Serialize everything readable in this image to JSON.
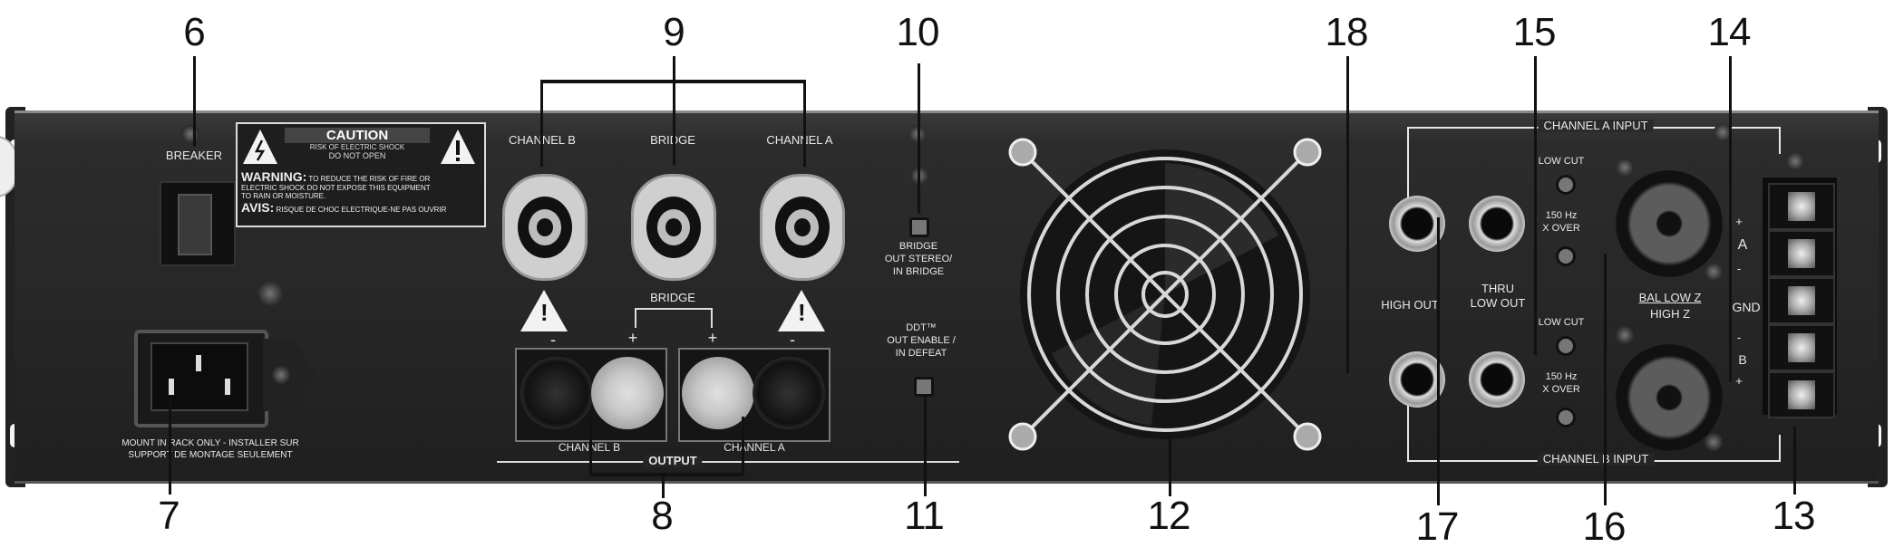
{
  "figure": {
    "type": "rear-panel-diagram",
    "subject": "Power amplifier rear panel"
  },
  "callouts": {
    "top": [
      {
        "num": "6",
        "target": "breaker"
      },
      {
        "num": "9",
        "target": "speakon-outputs"
      },
      {
        "num": "10",
        "target": "bridge-switch"
      },
      {
        "num": "18",
        "target": "high-out-jacks"
      },
      {
        "num": "15",
        "target": "low-cut-switches"
      },
      {
        "num": "14",
        "target": "combo-inputs"
      }
    ],
    "bottom": [
      {
        "num": "7",
        "target": "ac-inlet"
      },
      {
        "num": "8",
        "target": "binding-post-outputs"
      },
      {
        "num": "11",
        "target": "ddt-switch"
      },
      {
        "num": "12",
        "target": "cooling-fan"
      },
      {
        "num": "17",
        "target": "thru-low-out-jacks"
      },
      {
        "num": "16",
        "target": "xover-switches"
      },
      {
        "num": "13",
        "target": "barrier-strip"
      }
    ]
  },
  "panel": {
    "breaker_label": "BREAKER",
    "caution": {
      "title": "CAUTION",
      "line1": "RISK OF ELECTRIC SHOCK",
      "line2": "DO NOT OPEN",
      "warning_head": "WARNING:",
      "warning_text1": "TO REDUCE THE RISK OF FIRE OR",
      "warning_text2": "ELECTRIC SHOCK DO NOT EXPOSE THIS EQUIPMENT",
      "warning_text3": "TO RAIN OR MOISTURE.",
      "avis_head": "AVIS:",
      "avis_text": "RISQUE DE CHOC ELECTRIQUE-NE PAS OUVRIR"
    },
    "mount_note1": "MOUNT IN RACK ONLY - INSTALLER SUR",
    "mount_note2": "SUPPORT DE MONTAGE SEULEMENT",
    "speakon_labels": [
      "CHANNEL B",
      "BRIDGE",
      "CHANNEL A"
    ],
    "bridge_switch_label": [
      "BRIDGE",
      "OUT STEREO/",
      "IN BRIDGE"
    ],
    "ddt_label": [
      "DDT™",
      "OUT ENABLE /",
      "IN DEFEAT"
    ],
    "binding_post": {
      "bridge": "BRIDGE",
      "minus": "-",
      "plus": "+",
      "channel_b": "CHANNEL B",
      "channel_a": "CHANNEL A",
      "output": "OUTPUT"
    },
    "inputs": {
      "channel_a_input": "CHANNEL A INPUT",
      "channel_b_input": "CHANNEL B INPUT",
      "high_out": "HIGH OUT",
      "thru_low_out": [
        "THRU",
        "LOW OUT"
      ],
      "low_cut": "LOW CUT",
      "xover": [
        "150 Hz",
        "X OVER"
      ],
      "bal_low_z": "BAL LOW Z",
      "high_z": "HIGH Z",
      "terminals": [
        "+",
        "A",
        "-",
        "GND",
        "-",
        "B",
        "+"
      ]
    }
  }
}
